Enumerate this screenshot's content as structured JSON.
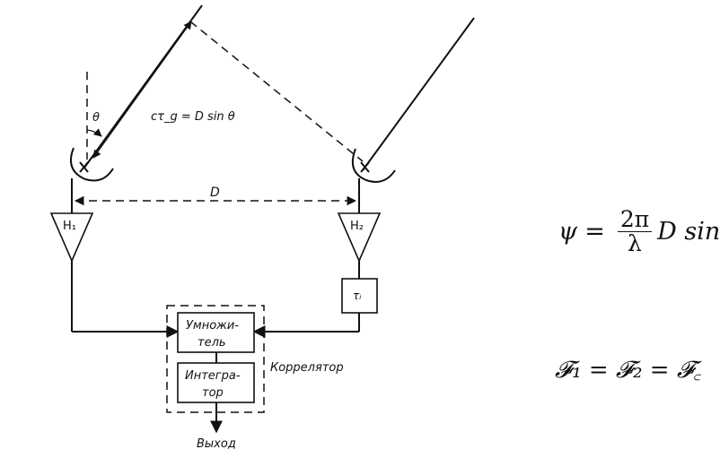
{
  "diagram": {
    "theta_label": "θ",
    "path_label": "cτ_g = D sin θ",
    "baseline_label": "D",
    "amp1_label": "H₁",
    "amp2_label": "H₂",
    "delay_label": "τᵢ",
    "multiplier_line1": "Умножи-",
    "multiplier_line2": "тель",
    "integrator_line1": "Интегра-",
    "integrator_line2": "тор",
    "correlator_label": "Коррелятор",
    "output_label": "Выход"
  },
  "equations": {
    "phase": {
      "lhs": "ψ",
      "equals": "=",
      "numerator": "2π",
      "denominator": "λ",
      "rhs": "D sin φ"
    },
    "flux": "𝓕₁ = 𝓕₂ = 𝓕꜀"
  }
}
